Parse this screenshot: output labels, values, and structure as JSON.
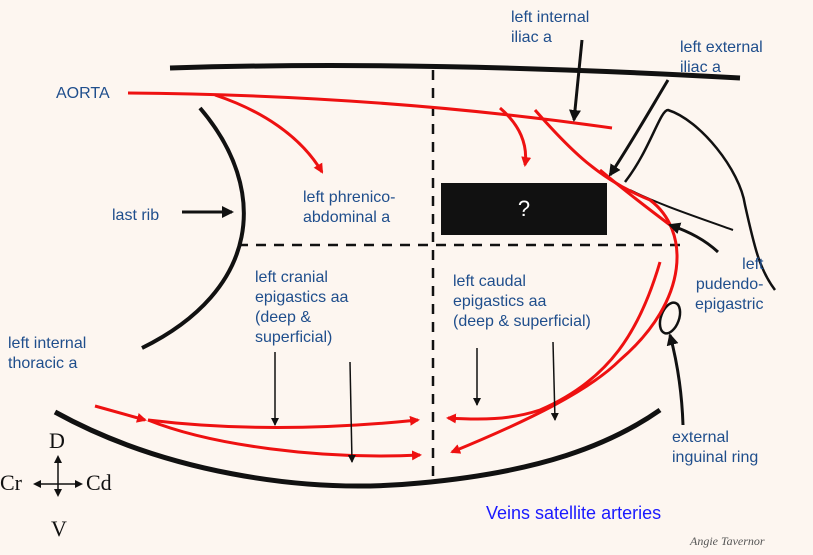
{
  "labels": {
    "left_internal_iliac": "left internal\niliac a",
    "left_external_iliac": "left external\niliac a",
    "aorta": "AORTA",
    "last_rib": "last rib",
    "left_phrenicoabdominal": "left phrenico-\nabdominal a",
    "hidden_box": "?",
    "left_pudendoepigastric": "left\npudendo-\nepigastric",
    "left_cranial_epigastrics": "left cranial\nepigastics aa\n(deep &\nsuperficial)",
    "left_caudal_epigastrics": "left caudal\nepigastics aa\n(deep & superficial)",
    "left_internal_thoracic": "left internal\nthoracic a",
    "external_inguinal_ring": "external\ninguinal ring"
  },
  "compass": {
    "dorsal": "D",
    "ventral": "V",
    "cranial": "Cr",
    "caudal": "Cd"
  },
  "footer": "Veins satellite arteries",
  "credit": "Angie Tavernor",
  "colors": {
    "artery": "#ee1111",
    "outline": "#111111",
    "label": "#1f4e8c",
    "footer": "#1a1aff"
  }
}
